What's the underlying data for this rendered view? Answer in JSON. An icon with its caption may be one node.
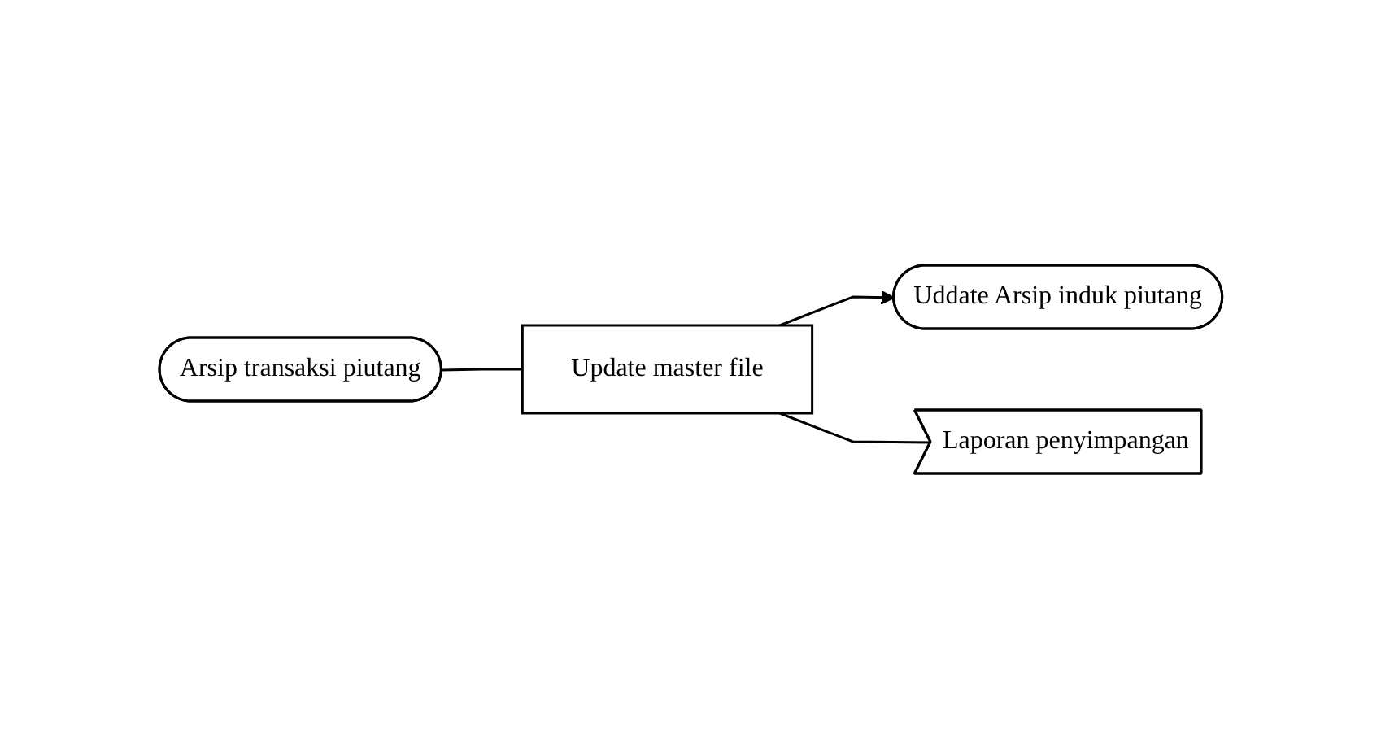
{
  "diagram": {
    "nodes": [
      {
        "text": [
          "Arsip transaksi piutang"
        ]
      },
      {
        "text": [
          "Update master file"
        ]
      },
      {
        "text": [
          "Uddate Arsip induk piutang"
        ]
      },
      {
        "text": [
          "Laporan penyimpangan"
        ]
      }
    ],
    "edges": [
      {
        "from": 0,
        "to": 1,
        "arrow": "none"
      },
      {
        "from": 1,
        "to": 2,
        "arrow": "to"
      },
      {
        "from": 1,
        "to": 3,
        "arrow": "none"
      }
    ]
  }
}
